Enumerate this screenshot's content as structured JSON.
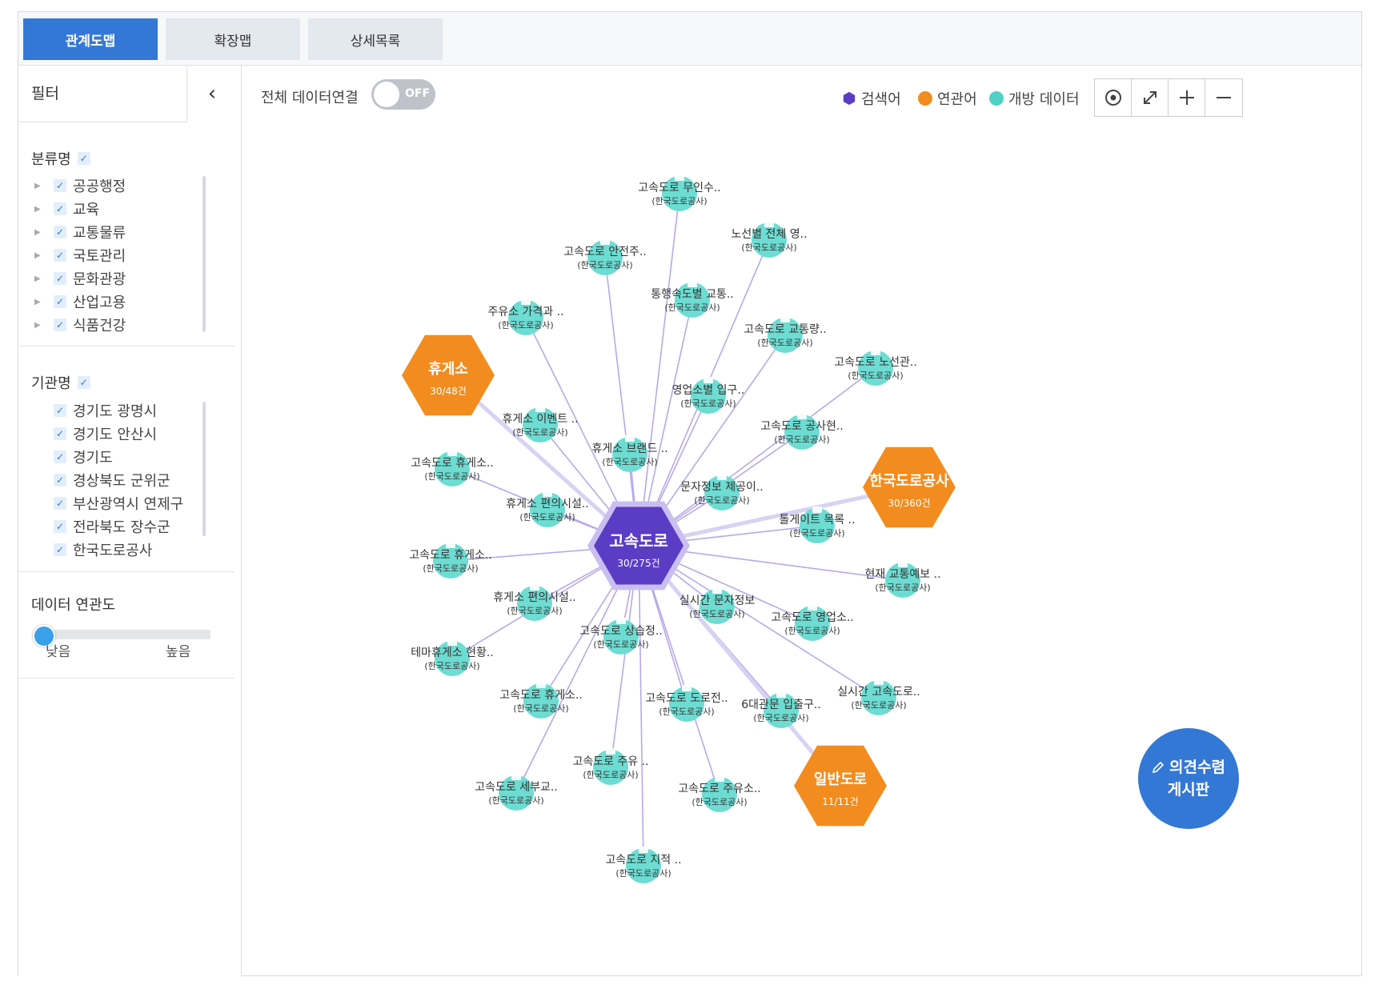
{
  "tabs": [
    {
      "label": "관계도맵",
      "active": true
    },
    {
      "label": "확장맵",
      "active": false
    },
    {
      "label": "상세목록",
      "active": false
    }
  ],
  "sidebar": {
    "filter_title": "필터",
    "collapse_icon": "chevron-left-icon",
    "category": {
      "title": "분류명",
      "items": [
        "공공행정",
        "교육",
        "교통물류",
        "국토관리",
        "문화관광",
        "산업고용",
        "식품건강"
      ]
    },
    "agency": {
      "title": "기관명",
      "items": [
        "경기도 광명시",
        "경기도 안산시",
        "경기도",
        "경상북도 군위군",
        "부산광역시 연제구",
        "전라북도 장수군",
        "한국도로공사"
      ]
    },
    "relevance": {
      "title": "데이터 연관도",
      "low_label": "낮음",
      "high_label": "높음",
      "value": 0
    }
  },
  "toolbar": {
    "toggle_label": "전체 데이터연결",
    "toggle_state": "OFF",
    "legend": [
      {
        "label": "검색어",
        "color": "#5b3cc4",
        "shape": "hexagon"
      },
      {
        "label": "연관어",
        "color": "#f28c1e",
        "shape": "circle"
      },
      {
        "label": "개방 데이터",
        "color": "#4fd1c5",
        "shape": "circle"
      }
    ],
    "controls": [
      "target-icon",
      "expand-icon",
      "zoom-in-icon",
      "zoom-out-icon"
    ]
  },
  "graph": {
    "colors": {
      "search": "#5b3cc4",
      "related": "#f28c1e",
      "open": "#6ddcd2",
      "edge": "#b7a9e8"
    },
    "center": {
      "label": "고속도로",
      "count": "30/275건"
    },
    "related": [
      {
        "label": "휴게소",
        "count": "30/48건"
      },
      {
        "label": "한국도로공사",
        "count": "30/360건"
      },
      {
        "label": "일반도로",
        "count": "11/11건"
      }
    ],
    "open_data": [
      {
        "title": "고속도로 무인수..",
        "org": "(한국도로공사)"
      },
      {
        "title": "노선별 전체 영..",
        "org": "(한국도로공사)"
      },
      {
        "title": "고속도로 안전주..",
        "org": "(한국도로공사)"
      },
      {
        "title": "통행속도별 교통..",
        "org": "(한국도로공사)"
      },
      {
        "title": "주유소 가격과 ..",
        "org": "(한국도로공사)"
      },
      {
        "title": "고속도로 교통량..",
        "org": "(한국도로공사)"
      },
      {
        "title": "고속도로 노선관..",
        "org": "(한국도로공사)"
      },
      {
        "title": "영업소별 입구..",
        "org": "(한국도로공사)"
      },
      {
        "title": "휴게소 이벤트 ..",
        "org": "(한국도로공사)"
      },
      {
        "title": "고속도로 공사현..",
        "org": "(한국도로공사)"
      },
      {
        "title": "휴게소 브랜드 ..",
        "org": "(한국도로공사)"
      },
      {
        "title": "고속도로 휴게소..",
        "org": "(한국도로공사)"
      },
      {
        "title": "문자정보 제공이..",
        "org": "(한국도로공사)"
      },
      {
        "title": "휴게소 편의시설..",
        "org": "(한국도로공사)"
      },
      {
        "title": "톨게이트 목록 ..",
        "org": "(한국도로공사)"
      },
      {
        "title": "고속도로 휴게소..",
        "org": "(한국도로공사)"
      },
      {
        "title": "현재 교통예보 ..",
        "org": "(한국도로공사)"
      },
      {
        "title": "휴게소 편의시설..",
        "org": "(한국도로공사)"
      },
      {
        "title": "실시간 문자정보",
        "org": "(한국도로공사)"
      },
      {
        "title": "고속도로 영업소..",
        "org": "(한국도로공사)"
      },
      {
        "title": "테마휴게소 현황..",
        "org": "(한국도로공사)"
      },
      {
        "title": "고속도로 상습정..",
        "org": "(한국도로공사)"
      },
      {
        "title": "실시간 고속도로..",
        "org": "(한국도로공사)"
      },
      {
        "title": "고속도로 휴게소..",
        "org": "(한국도로공사)"
      },
      {
        "title": "고속도로 도로전..",
        "org": "(한국도로공사)"
      },
      {
        "title": "6대관문 입출구..",
        "org": "(한국도로공사)"
      },
      {
        "title": "고속도로 주유 ..",
        "org": "(한국도로공사)"
      },
      {
        "title": "고속도로 세부교..",
        "org": "(한국도로공사)"
      },
      {
        "title": "고속도로 주유소..",
        "org": "(한국도로공사)"
      },
      {
        "title": "고속도로 지적 ..",
        "org": "(한국도로공사)"
      }
    ]
  },
  "fab": {
    "line1": "의견수렴",
    "line2": "게시판",
    "icon": "pencil-icon"
  }
}
